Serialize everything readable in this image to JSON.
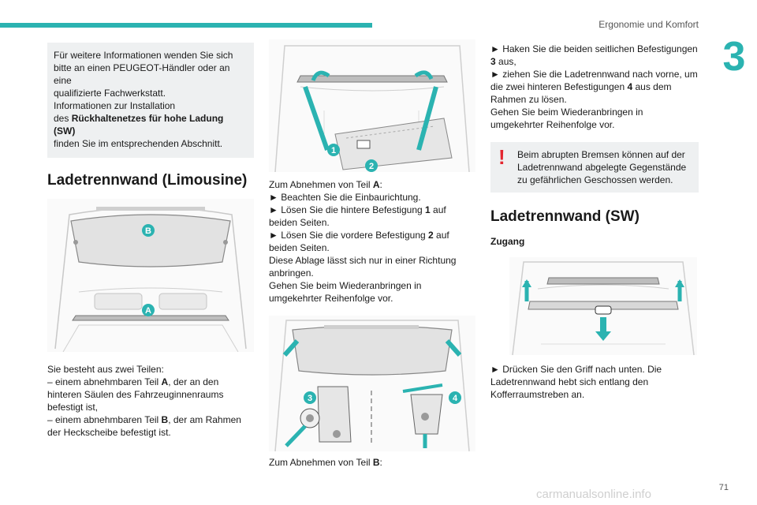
{
  "header": {
    "title": "Ergonomie und Komfort",
    "chapter": "3",
    "page_number": "71"
  },
  "col1": {
    "info_lines": [
      "Für weitere Informationen wenden Sie sich",
      "bitte an einen PEUGEOT-Händler oder an eine",
      "qualifizierte Fachwerkstatt.",
      "Informationen zur Installation"
    ],
    "info_des": "des ",
    "info_bold": "Rückhaltenetzes für hohe Ladung (SW)",
    "info_last": "finden Sie im entsprechenden Abschnitt.",
    "heading": "Ladetrennwand (Limousine)",
    "fig_label_b": "B",
    "fig_label_a": "A",
    "text_intro": "Sie besteht aus zwei Teilen:",
    "item1_pre": "–  einem abnehmbaren Teil ",
    "item1_bold": "A",
    "item1_post": ", der an den hinteren Säulen des Fahrzeuginnenraums befestigt ist,",
    "item2_pre": "–  einem abnehmbaren Teil ",
    "item2_bold": "B",
    "item2_post": ", der am Rahmen der Heckscheibe befestigt ist."
  },
  "col2": {
    "fig_label_1": "1",
    "fig_label_2": "2",
    "remove_a_pre": "Zum Abnehmen von Teil ",
    "remove_a_bold": "A",
    "remove_a_post": ":",
    "step1": "►  Beachten Sie die Einbaurichtung.",
    "step2_pre": "►  Lösen Sie die hintere Befestigung ",
    "step2_bold": "1",
    "step2_post": " auf beiden Seiten.",
    "step3_pre": "►  Lösen Sie die vordere Befestigung ",
    "step3_bold": "2",
    "step3_post": " auf beiden Seiten.",
    "note1": "Diese Ablage lässt sich nur in einer Richtung anbringen.",
    "note2": "Gehen Sie beim Wiederanbringen in umgekehrter Reihenfolge vor.",
    "fig_label_3": "3",
    "fig_label_4": "4",
    "remove_b_pre": "Zum Abnehmen von Teil ",
    "remove_b_bold": "B",
    "remove_b_post": ":"
  },
  "col3": {
    "step1_pre": "►  Haken Sie die beiden seitlichen Befestigungen ",
    "step1_bold": "3",
    "step1_post": " aus,",
    "step2_pre": "►  ziehen Sie die Ladetrennwand nach vorne, um die zwei hinteren Befestigungen ",
    "step2_bold": "4",
    "step2_post": " aus dem Rahmen zu lösen.",
    "note": "Gehen Sie beim Wiederanbringen in umgekehrter Reihenfolge vor.",
    "warning": "Beim abrupten Bremsen können auf der Ladetrennwand abgelegte Gegenstände zu gefährlichen Geschossen werden.",
    "heading": "Ladetrennwand (SW)",
    "subheading": "Zugang",
    "access_text": "►  Drücken Sie den Griff nach unten. Die Ladetrennwand hebt sich entlang den Kofferraumstreben an."
  },
  "watermark": "carmanualsonline.info",
  "colors": {
    "accent": "#2bb3b1",
    "warning": "#e3262f",
    "infobox": "#eef0f1"
  }
}
